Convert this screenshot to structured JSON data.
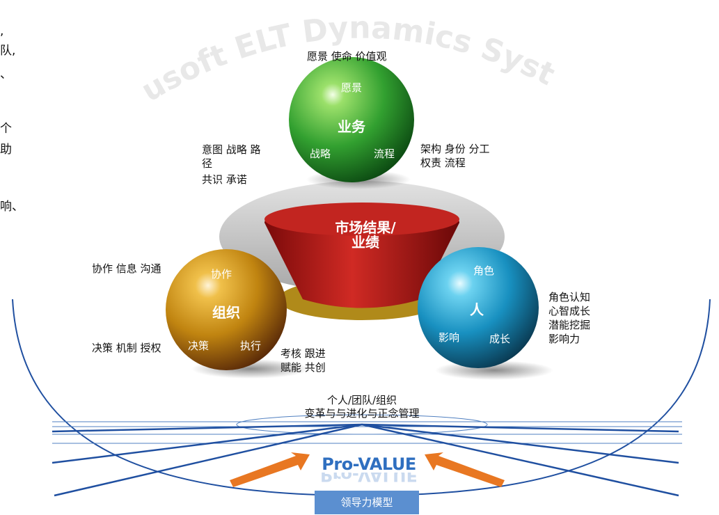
{
  "watermark": "Neusoft ELT Dynamics System",
  "left_edge_text": [
    ",",
    "队,",
    "、",
    "个",
    "助",
    "响、"
  ],
  "spheres": {
    "business": {
      "top_label": "愿景",
      "center_label": "业务",
      "left_label": "战略",
      "right_label": "流程",
      "color": "#3aa63a"
    },
    "organization": {
      "top_label": "协作",
      "center_label": "组织",
      "left_label": "决策",
      "right_label": "执行",
      "color": "#c98a10"
    },
    "people": {
      "top_label": "角色",
      "center_label": "人",
      "left_label": "影响",
      "right_label": "成长",
      "color": "#1a96c4"
    }
  },
  "bowl": {
    "label_line1": "市场结果/",
    "label_line2": "业绩",
    "color": "#b01a1a"
  },
  "annotations": {
    "top": "愿景 使命 价值观",
    "upper_left": [
      "意图 战略 路",
      "径",
      "共识 承诺"
    ],
    "upper_right": [
      "架构 身份 分工",
      "权责 流程"
    ],
    "left_top": "协作 信息 沟通",
    "left_bottom": "决策 机制 授权",
    "bottom_middle": [
      "考核 跟进",
      "赋能 共创"
    ],
    "right": [
      "角色认知",
      "心智成长",
      "潜能挖掘",
      "影响力"
    ]
  },
  "base": {
    "line1": "个人/团队/组织",
    "line2": "变革与与进化与正念管理",
    "model_name": "Pro-VALUE",
    "caption": "领导力模型"
  },
  "colors": {
    "accent_blue": "#5b8fd0",
    "arrow_orange": "#e87722",
    "arc_blue": "#1f4fa0"
  }
}
